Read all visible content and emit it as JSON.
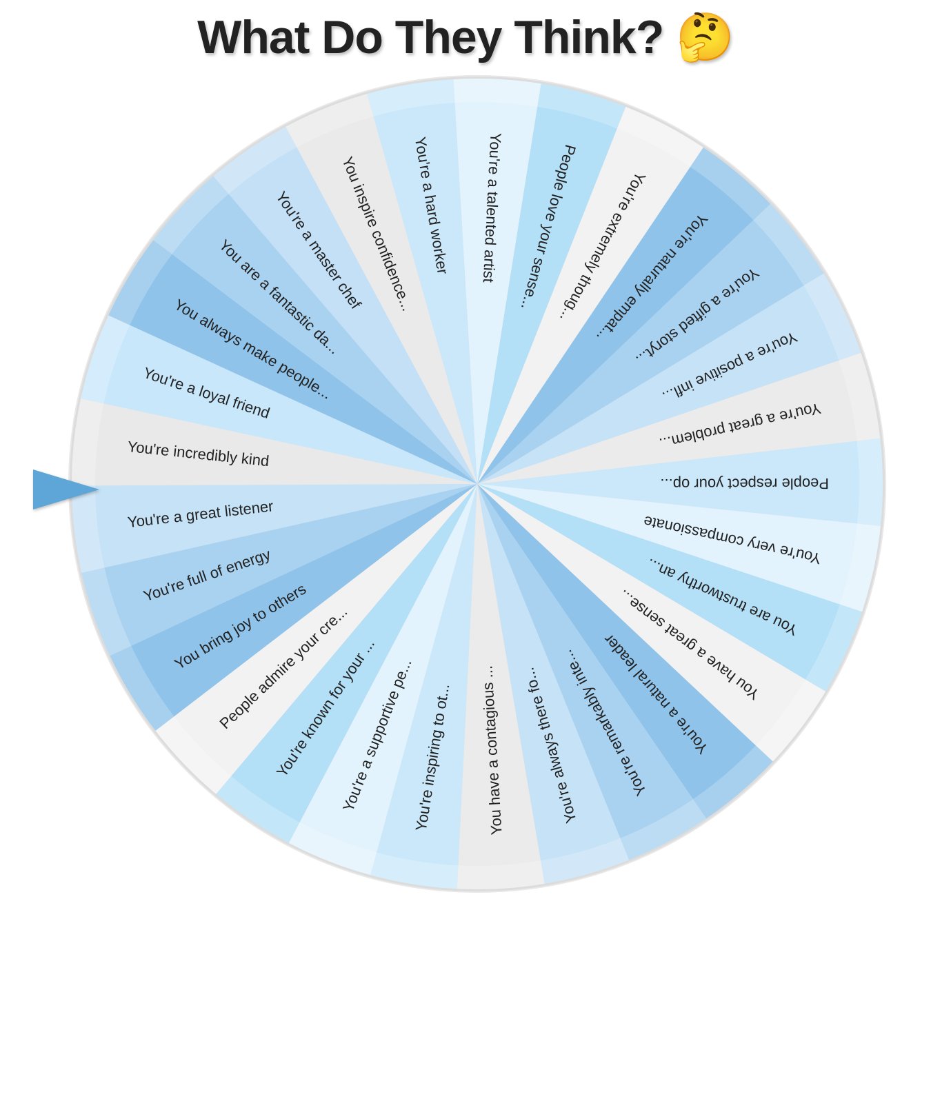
{
  "title": "What Do They Think? 🤔",
  "pointer_icon": "triangle-pointer-right",
  "slice_colors": [
    "#e6e6e6",
    "#c5e2f7",
    "#b1d5f0",
    "#93c6ec",
    "#b6e0f7",
    "#e8f5fd",
    "#cfe9fb",
    "#eeeeee"
  ],
  "slices": [
    {
      "label": "You're incredibly kind",
      "color": "#e9e9e9"
    },
    {
      "label": "You're a loyal friend",
      "color": "#c8e7fb"
    },
    {
      "label": "You always make people...",
      "color": "#8fc3ea"
    },
    {
      "label": "You are a fantastic da...",
      "color": "#a9d2f0"
    },
    {
      "label": "You're a master chef",
      "color": "#c4e0f6"
    },
    {
      "label": "You inspire confidence...",
      "color": "#eaeaea"
    },
    {
      "label": "You're a hard worker",
      "color": "#cbe8fa"
    },
    {
      "label": "You're a talented artist",
      "color": "#e3f3fd"
    },
    {
      "label": "People love your sense...",
      "color": "#b3dff7"
    },
    {
      "label": "You're extremely thoug...",
      "color": "#f2f2f2"
    },
    {
      "label": "You're naturally empat...",
      "color": "#8fc3ea"
    },
    {
      "label": "You're a gifted storyt...",
      "color": "#a9d2f0"
    },
    {
      "label": "You're a positive infl...",
      "color": "#c6e2f6"
    },
    {
      "label": "You're a great problem...",
      "color": "#ebebeb"
    },
    {
      "label": "People respect your op...",
      "color": "#cbe8fa"
    },
    {
      "label": "You're very compassionate",
      "color": "#e3f3fd"
    },
    {
      "label": "You are trustworthy an...",
      "color": "#b3dff7"
    },
    {
      "label": "You have a great sense...",
      "color": "#f2f2f2"
    },
    {
      "label": "You're a natural leader",
      "color": "#8fc3ea"
    },
    {
      "label": "You're remarkably inte...",
      "color": "#a9d2f0"
    },
    {
      "label": "You're always there fo...",
      "color": "#c6e2f6"
    },
    {
      "label": "You have a contagious ...",
      "color": "#ebebeb"
    },
    {
      "label": "You're inspiring to ot...",
      "color": "#cbe8fa"
    },
    {
      "label": "You're a supportive pe...",
      "color": "#e3f3fd"
    },
    {
      "label": "You're known for your ...",
      "color": "#b3dff7"
    },
    {
      "label": "People admire your cre...",
      "color": "#f2f2f2"
    },
    {
      "label": "You bring joy to others",
      "color": "#8fc3ea"
    },
    {
      "label": "You're full of energy",
      "color": "#a9d2f0"
    },
    {
      "label": "You're a great listener",
      "color": "#c6e2f6"
    }
  ]
}
